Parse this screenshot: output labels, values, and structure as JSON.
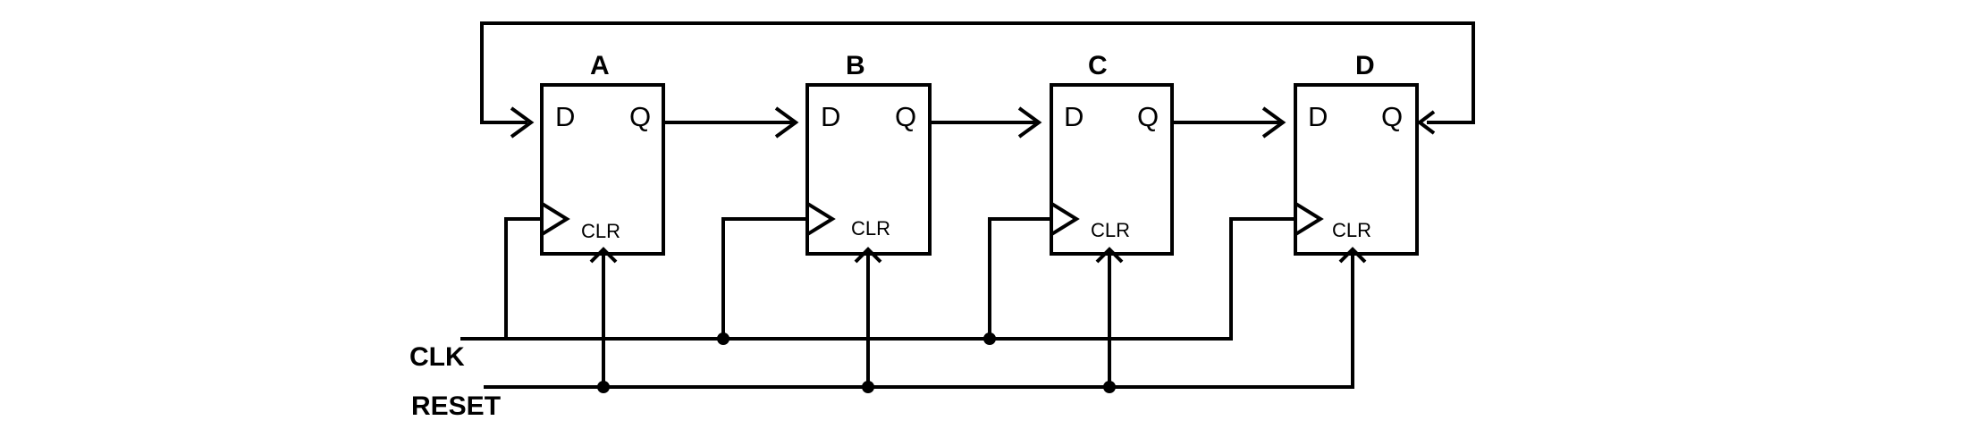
{
  "diagram": {
    "flip_flops": [
      {
        "name": "A",
        "d_label": "D",
        "q_label": "Q",
        "clr_label": "CLR"
      },
      {
        "name": "B",
        "d_label": "D",
        "q_label": "Q",
        "clr_label": "CLR"
      },
      {
        "name": "C",
        "d_label": "D",
        "q_label": "Q",
        "clr_label": "CLR"
      },
      {
        "name": "D",
        "d_label": "D",
        "q_label": "Q",
        "clr_label": "CLR"
      }
    ],
    "signals": {
      "clock": "CLK",
      "reset": "RESET"
    },
    "colors": {
      "line": "#000000",
      "background": "#ffffff"
    }
  }
}
